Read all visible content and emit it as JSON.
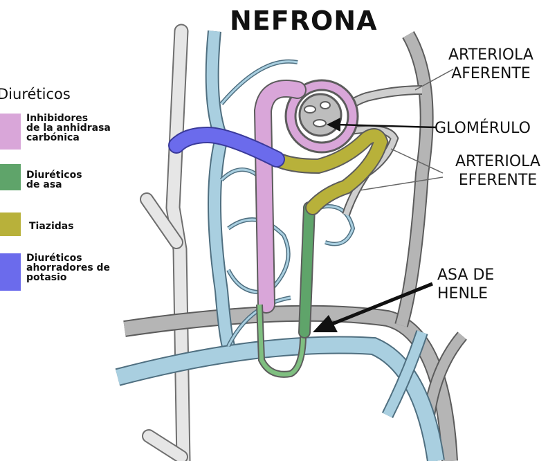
{
  "title": "NEFRONA",
  "legend": {
    "title": "Diuréticos",
    "items": [
      {
        "label": "Inhibidores\nde la anhidrasa\ncarbónica",
        "color": "#d9a6d9"
      },
      {
        "label": "Diuréticos\nde asa",
        "color": "#5fa46a"
      },
      {
        "label": "Tiazidas",
        "color": "#b8b13a"
      },
      {
        "label": "Diuréticos\nahorradores de\npotasio",
        "color": "#6b6bec"
      }
    ]
  },
  "labels": {
    "arteriola_aferente": "ARTERIOLA\nAFERENTE",
    "glomerulo": "GLOMÉRULO",
    "arteriola_eferente": "ARTERIOLA\nEFERENTE",
    "asa_de_henle": "ASA DE\nHENLE"
  },
  "colors": {
    "vessel_blue": "#a9cfe0",
    "vessel_gray": "#b5b5b5",
    "vessel_light": "#e6e6e6",
    "outline": "#5c6f7a"
  }
}
